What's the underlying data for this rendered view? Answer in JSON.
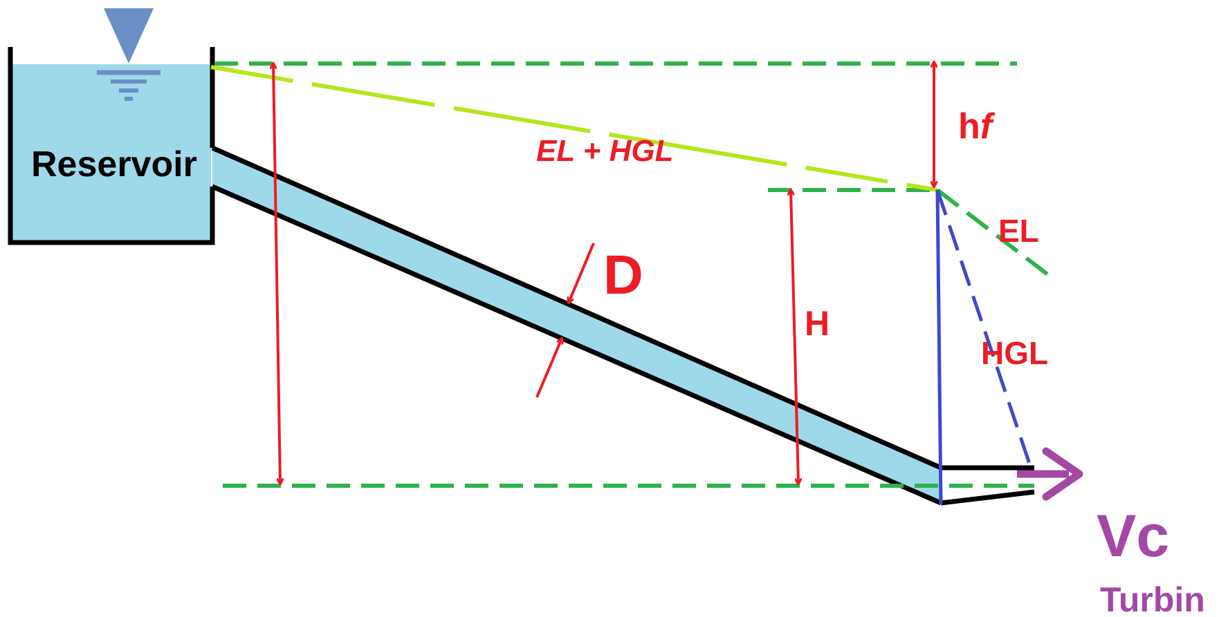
{
  "labels": {
    "reservoir": "Reservoir",
    "el_hgl": "EL + HGL",
    "hf_h": "h",
    "hf_f": "f",
    "el": "EL",
    "hgl": "HGL",
    "diameter": "D",
    "head": "H",
    "velocity": "Vc",
    "turbine": "Turbin"
  },
  "colors": {
    "water": "#9ed9ea",
    "outline": "#000000",
    "reference_dashed": "#2fb34a",
    "energy_line": "#b5e61d",
    "el_after_nozzle": "#2fb34a",
    "hgl_after_nozzle": "#3f48cc",
    "dimension_arrows": "#ed1c24",
    "jet": "#a349a4",
    "water_level_symbol": "#6b8fc4"
  }
}
